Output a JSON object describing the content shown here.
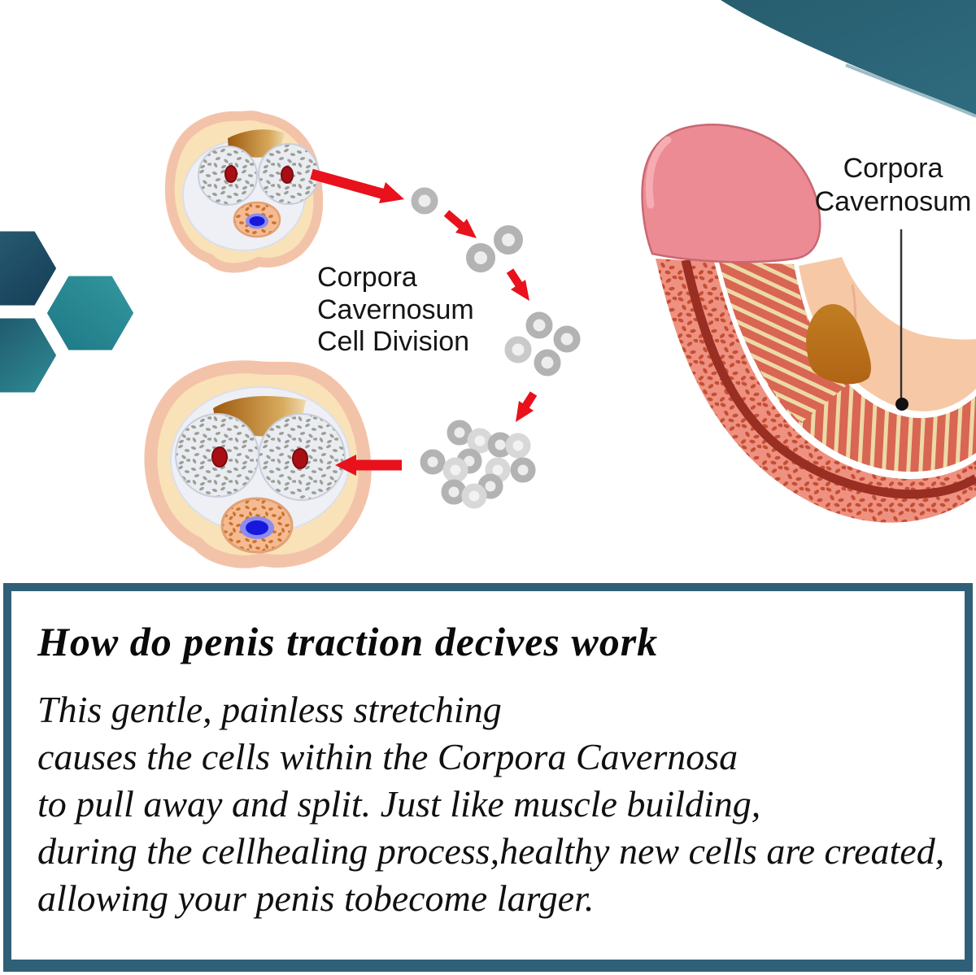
{
  "colors": {
    "accent_teal": "#2f6077",
    "swoosh_teal": "#2b6173",
    "hexagon_teal": "#2b8c94",
    "hexagon_navy": "#1d4c66",
    "arrow_red": "#e8111c",
    "glans_pink": "#ec8b94",
    "tissue_salmon": "#ef9180",
    "tissue_dark_line": "#992e22",
    "stripe_base": "#d96553",
    "stripe_beige": "#ecd9a8",
    "skin_peach": "#f6c8a6",
    "cross_section_rim": "#f3c3a9",
    "cross_section_cream": "#f9e2b8",
    "cell_gray": "#b7b7b7",
    "vessel_red": "#a80f15",
    "urethra_blue": "#1818dd"
  },
  "diagram": {
    "cell_division_label": {
      "line1": "Corpora",
      "line2": "Cavernosum",
      "line3": "Cell Division"
    },
    "anatomy_label": {
      "line1": "Corpora",
      "line2": "Cavernosum"
    }
  },
  "info_box": {
    "heading": "How do penis traction decives work",
    "body_lines": [
      "This gentle, painless stretching",
      "causes the cells within the Corpora Cavernosa",
      "to pull away and split. Just like muscle building,",
      "during the cellhealing process,healthy new cells are created,",
      "allowing your penis tobecome larger."
    ]
  }
}
